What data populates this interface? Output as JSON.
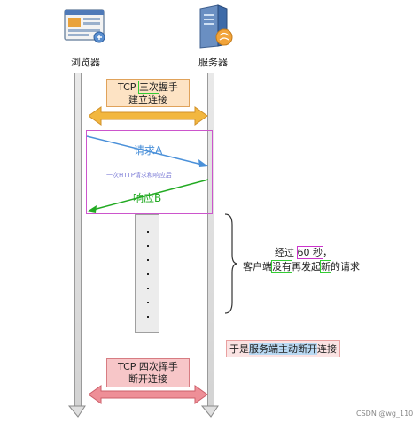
{
  "browser_label": "浏览器",
  "server_label": "服务器",
  "handshake": {
    "line1_prefix": "TCP ",
    "line1_highlight": "三次",
    "line1_suffix": "握手",
    "line2": "建立连接"
  },
  "request_label": "请求A",
  "note_label": "一次HTTP请求和响应后",
  "response_label": "响应B",
  "wait_note": {
    "line1_prefix": "经过 ",
    "line1_highlight": "60 秒",
    "line1_suffix": "，",
    "line2_a": "客户端",
    "line2_b": "没有",
    "line2_c": "再发起",
    "line2_d": "新",
    "line2_e": "的请求"
  },
  "close_note": {
    "prefix": "于是",
    "highlight": "服务端主动断开",
    "suffix": "连接"
  },
  "wave": {
    "line1": "TCP 四次挥手",
    "line2": "断开连接"
  },
  "watermark": "CSDN @wg_110",
  "colors": {
    "request": "#4a90d9",
    "response": "#22aa22",
    "frame": "#cc55cc",
    "handshake_arrow": "#f2b73f",
    "wave_arrow": "#e8808a"
  }
}
